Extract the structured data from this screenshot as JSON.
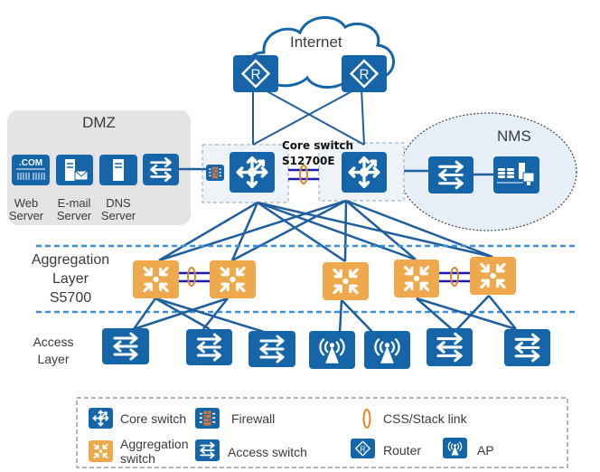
{
  "internet": {
    "label": "Internet"
  },
  "dmz": {
    "title": "DMZ",
    "servers": [
      {
        "label_line1": "Web",
        "label_line2": "Server",
        "icon": "web-server-icon",
        "badge": ".COM"
      },
      {
        "label_line1": "E-mail",
        "label_line2": "Server",
        "icon": "email-server-icon"
      },
      {
        "label_line1": "DNS",
        "label_line2": "Server",
        "icon": "dns-server-icon"
      }
    ]
  },
  "core": {
    "label_line1": "Core switch",
    "label_line2": "S12700E"
  },
  "nms": {
    "title": "NMS"
  },
  "layers": {
    "aggregation": {
      "line1": "Aggregation",
      "line2": "Layer",
      "line3": "S5700"
    },
    "access": {
      "line1": "Access",
      "line2": "Layer"
    }
  },
  "legend": {
    "core_switch": "Core switch",
    "firewall": "Firewall",
    "css_stack_link": "CSS/Stack link",
    "aggregation_line1": "Aggregation",
    "aggregation_line2": "switch",
    "access_switch": "Access switch",
    "router": "Router",
    "ap": "AP"
  },
  "colors": {
    "device_blue": "#1565a8",
    "aggregation_orange": "#eda94c",
    "link_blue": "#1f5f9e",
    "layer_divider": "#3d8fd8",
    "stack_link": "#e0862a",
    "stack_line": "#1a1ab0"
  }
}
